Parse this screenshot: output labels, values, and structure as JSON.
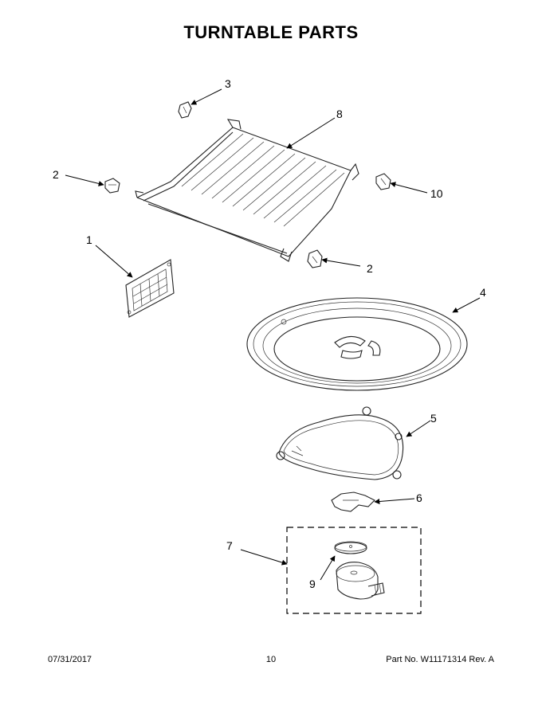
{
  "title": "TURNTABLE PARTS",
  "callouts": {
    "c1": "1",
    "c2a": "2",
    "c2b": "2",
    "c3": "3",
    "c4": "4",
    "c5": "5",
    "c6": "6",
    "c7": "7",
    "c8": "8",
    "c9": "9",
    "c10": "10"
  },
  "footer": {
    "date": "07/31/2017",
    "page": "10",
    "part": "Part No.  W11171314  Rev.  A"
  }
}
